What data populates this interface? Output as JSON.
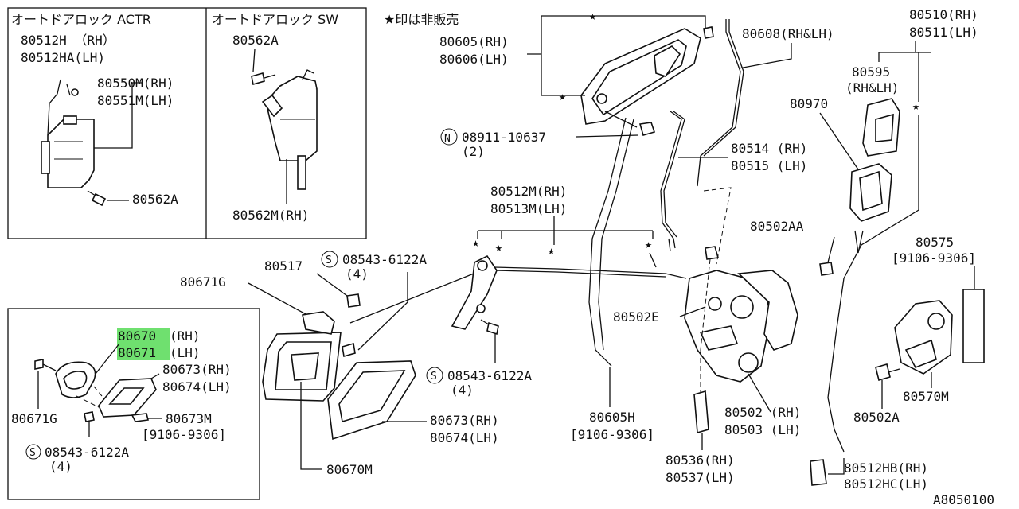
{
  "note": "★印は非販売",
  "diagram_code": "A8050100",
  "inset_actr": {
    "title": "オートドアロック ACTR",
    "labels": [
      "80512H （RH）",
      "80512HA(LH)",
      "80550M(RH)",
      "80551M(LH)",
      "80562A"
    ]
  },
  "inset_sw": {
    "title": "オートドアロック SW",
    "labels": [
      "80562A",
      "80562M(RH)"
    ]
  },
  "inset_handle": {
    "highlight_1": "80670",
    "suffix_1": "(RH)",
    "highlight_2": "80671",
    "suffix_2": " (LH)",
    "labels": [
      "80673(RH)",
      "80674(LH)",
      "80671G",
      "80673M",
      "[9106-9306]",
      "08543-6122A",
      "(4)"
    ],
    "highlight_color": "#6fe06f"
  },
  "main": {
    "l_80605": "80605(RH)",
    "l_80606": "80606(LH)",
    "l_80608": "80608(RH&LH)",
    "l_nut": "08911-10637",
    "l_nut_qty": "(2)",
    "l_80514": "80514 (RH)",
    "l_80515": "80515 (LH)",
    "l_80512m": "80512M(RH)",
    "l_80513m": "80513M(LH)",
    "l_80517": "80517",
    "l_screw_a": "08543-6122A",
    "l_screw_a_qty": "(4)",
    "l_80671g": "80671G",
    "l_80502e": "80502E",
    "l_screw_b": "08543-6122A",
    "l_screw_b_qty": "(4)",
    "l_80673": "80673(RH)",
    "l_80674": "80674(LH)",
    "l_80605h": "80605H",
    "l_80605h_date": "[9106-9306]",
    "l_80670m": "80670M",
    "l_80502": "80502 (RH)",
    "l_80503": "80503 (LH)",
    "l_80536": "80536(RH)",
    "l_80537": "80537(LH)",
    "l_80502aa": "80502AA",
    "l_80510": "80510(RH)",
    "l_80511": "80511(LH)",
    "l_80595": "80595",
    "l_80595b": "(RH&LH)",
    "l_80970": "80970",
    "l_80575": "80575",
    "l_80575_date": "[9106-9306]",
    "l_80570m": "80570M",
    "l_80502a": "80502A",
    "l_80512hb": "80512HB(RH)",
    "l_80512hc": "80512HC(LH)"
  }
}
